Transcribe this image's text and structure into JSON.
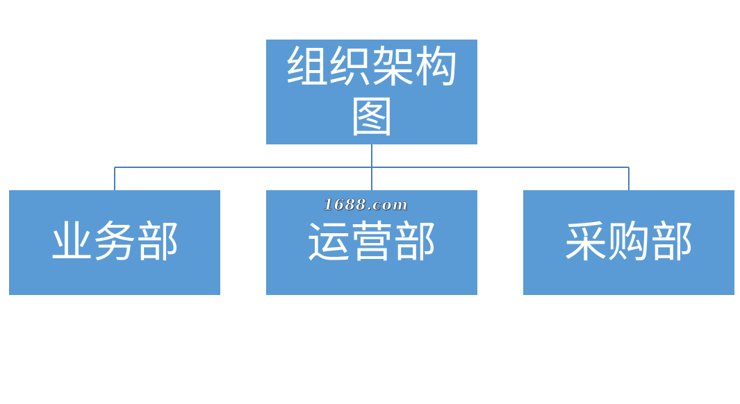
{
  "diagram": {
    "root": {
      "label": "组织架构图"
    },
    "children": [
      {
        "label": "业务部"
      },
      {
        "label": "运营部"
      },
      {
        "label": "采购部"
      }
    ]
  },
  "watermark": {
    "text": "1688.com"
  },
  "colors": {
    "node_fill": "#5b9bd5",
    "node_text": "#ffffff",
    "connector": "#4a7eb5"
  }
}
